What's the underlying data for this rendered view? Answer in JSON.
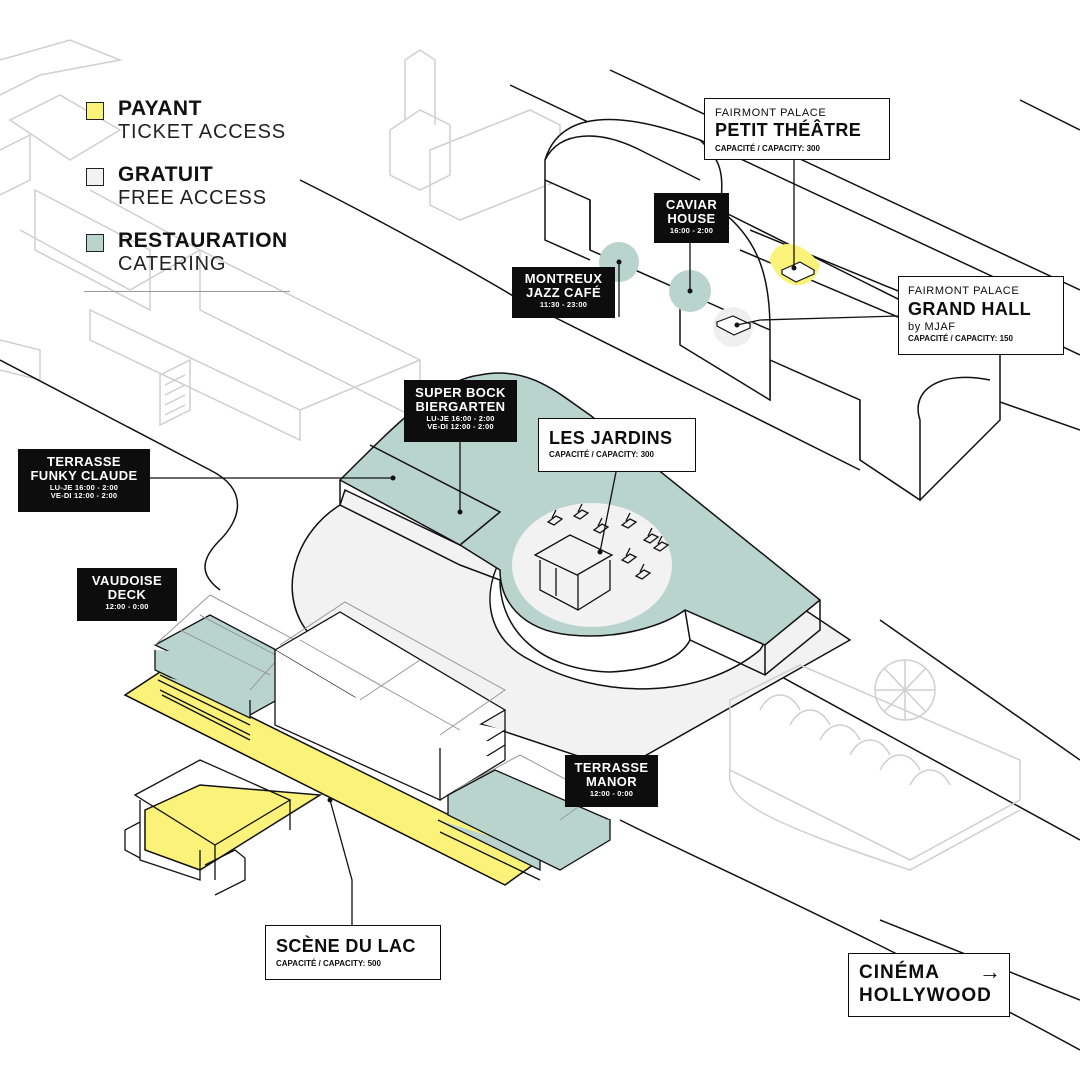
{
  "colors": {
    "payant": "#fbf27a",
    "gratuit": "#f2f2f2",
    "restauration": "#b9d3cd",
    "outline": "#111111",
    "faint": "#cfcfcf",
    "label_bg": "#0d0d0d"
  },
  "legend": {
    "items": [
      {
        "fr": "PAYANT",
        "en": "TICKET ACCESS",
        "color": "#fbf27a"
      },
      {
        "fr": "GRATUIT",
        "en": "FREE ACCESS",
        "color": "#f2f2f2"
      },
      {
        "fr": "RESTAURATION",
        "en": "CATERING",
        "color": "#b9d3cd"
      }
    ]
  },
  "venues": {
    "petit_theatre": {
      "header": "FAIRMONT PALACE",
      "title": "PETIT THÉÂTRE",
      "capacity_label": "CAPACITÉ / CAPACITY:",
      "capacity": "300"
    },
    "grand_hall": {
      "header": "FAIRMONT PALACE",
      "title": "GRAND HALL",
      "sub": "by MJAF",
      "capacity_label": "CAPACITÉ / CAPACITY:",
      "capacity": "150"
    },
    "caviar_house": {
      "line1": "CAVIAR",
      "line2": "HOUSE",
      "hours": "16:00 - 2:00"
    },
    "jazz_cafe": {
      "line1": "MONTREUX",
      "line2": "JAZZ CAFÉ",
      "hours": "11:30 - 23:00"
    },
    "biergarten": {
      "line1": "SUPER BOCK",
      "line2": "BIERGARTEN",
      "hours1": "LU-JE 16:00 - 2:00",
      "hours2": "VE-DI 12:00 - 2:00"
    },
    "les_jardins": {
      "title": "LES JARDINS",
      "capacity_label": "CAPACITÉ / CAPACITY:",
      "capacity": "300"
    },
    "funky_claude": {
      "line1": "TERRASSE",
      "line2": "FUNKY CLAUDE",
      "hours1": "LU-JE 16:00 - 2:00",
      "hours2": "VE-DI 12:00 - 2:00"
    },
    "vaudoise_deck": {
      "line1": "VAUDOISE",
      "line2": "DECK",
      "hours": "12:00 - 0:00"
    },
    "terrasse_manor": {
      "line1": "TERRASSE",
      "line2": "MANOR",
      "hours": "12:00 - 0:00"
    },
    "scene_du_lac": {
      "title": "SCÈNE DU LAC",
      "capacity_label": "CAPACITÉ / CAPACITY:",
      "capacity": "500"
    },
    "cinema": {
      "line1": "CINÉMA",
      "line2": "HOLLYWOOD",
      "arrow": "→"
    }
  }
}
